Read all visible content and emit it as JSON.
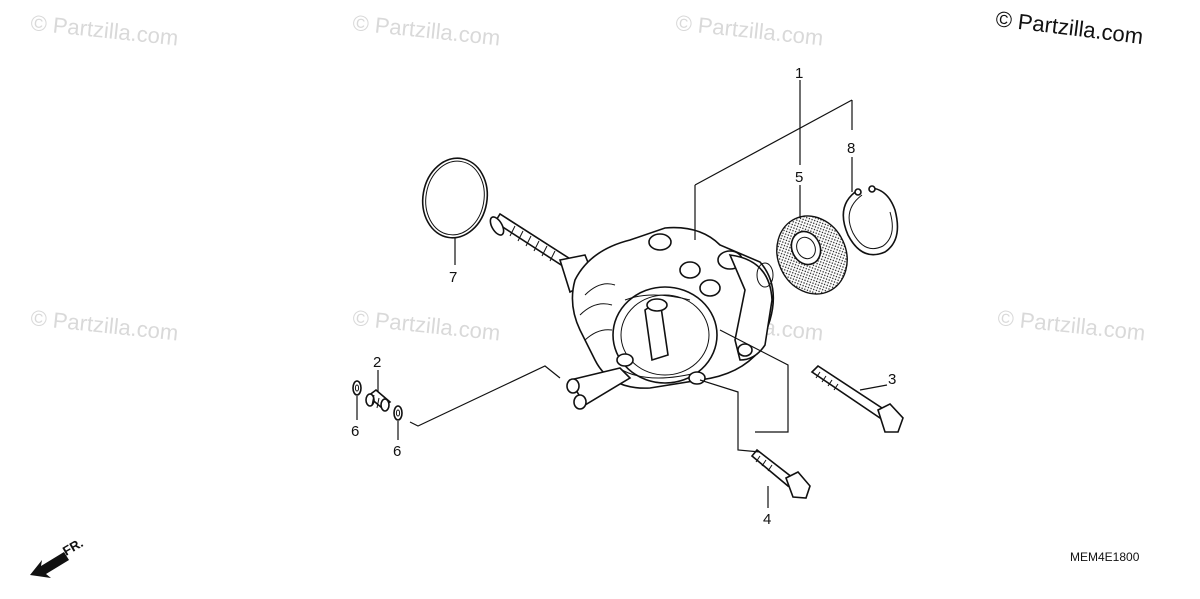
{
  "watermark": {
    "text": "© Partzilla.com"
  },
  "copyright": {
    "text": "© Partzilla.com"
  },
  "diagram": {
    "code": "MEM4E1800",
    "orientation_label": "FR.",
    "callouts": [
      {
        "id": "callout-1",
        "label": "1"
      },
      {
        "id": "callout-2",
        "label": "2"
      },
      {
        "id": "callout-3",
        "label": "3"
      },
      {
        "id": "callout-4",
        "label": "4"
      },
      {
        "id": "callout-5",
        "label": "5"
      },
      {
        "id": "callout-6a",
        "label": "6"
      },
      {
        "id": "callout-6b",
        "label": "6"
      },
      {
        "id": "callout-7",
        "label": "7"
      },
      {
        "id": "callout-8",
        "label": "8"
      }
    ]
  },
  "icons": {
    "front-arrow": "front-direction-arrow-icon"
  }
}
